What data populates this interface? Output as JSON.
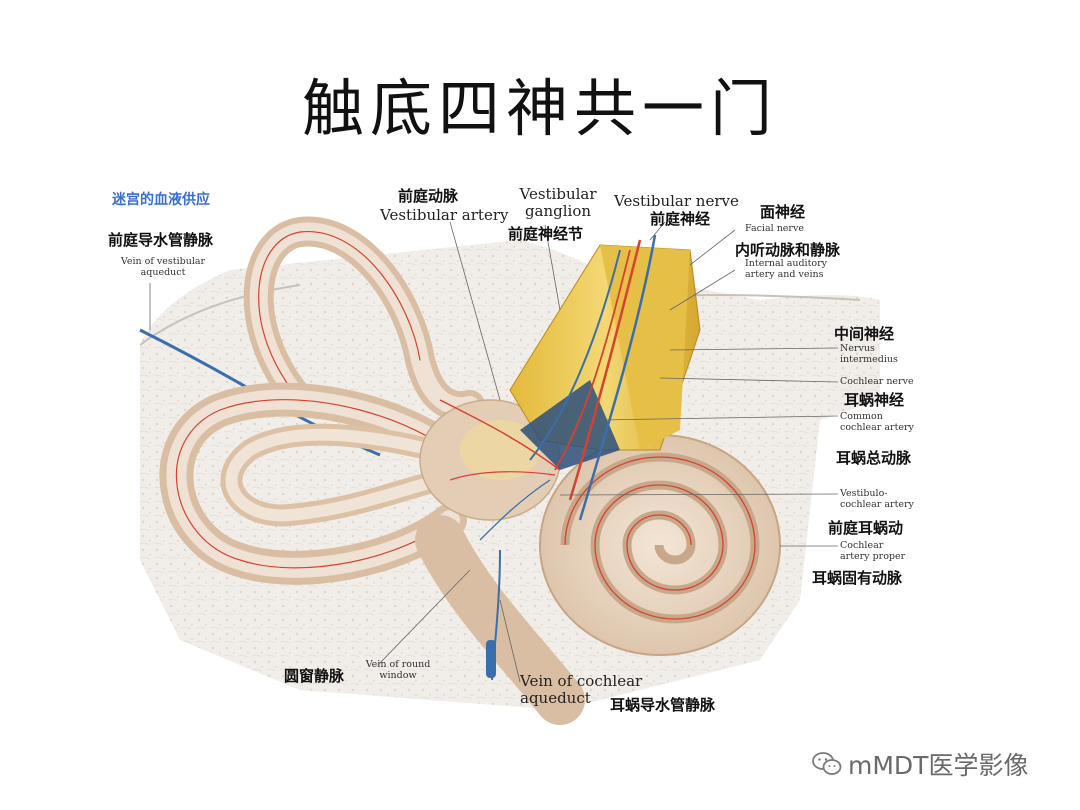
{
  "title": "触底四神共一门",
  "section_label": "迷宫的血液供应",
  "labels": {
    "vein_vestibular_aqueduct_zh": "前庭导水管静脉",
    "vein_vestibular_aqueduct_en_1": "Vein of vestibular",
    "vein_vestibular_aqueduct_en_2": "aqueduct",
    "vestibular_artery_zh": "前庭动脉",
    "vestibular_artery_en": "Vestibular artery",
    "vestibular_ganglion_en_1": "Vestibular",
    "vestibular_ganglion_en_2": "ganglion",
    "vestibular_ganglion_zh": "前庭神经节",
    "vestibular_nerve_en": "Vestibular nerve",
    "vestibular_nerve_zh": "前庭神经",
    "facial_nerve_zh": "面神经",
    "facial_nerve_en": "Facial nerve",
    "int_auditory_zh": "内听动脉和静脉",
    "int_auditory_en_1": "Internal auditory",
    "int_auditory_en_2": "artery and veins",
    "nervus_intermedius_zh": "中间神经",
    "nervus_intermedius_en_1": "Nervus",
    "nervus_intermedius_en_2": "intermedius",
    "cochlear_nerve_en": "Cochlear nerve",
    "cochlear_nerve_zh": "耳蜗神经",
    "common_cochlear_en_1": "Common",
    "common_cochlear_en_2": "cochlear artery",
    "common_cochlear_zh": "耳蜗总动脉",
    "vestibulocochlear_en_1": "Vestibulo-",
    "vestibulocochlear_en_2": "cochlear artery",
    "vestibulocochlear_zh": "前庭耳蜗动",
    "cochlear_proper_en_1": "Cochlear",
    "cochlear_proper_en_2": "artery proper",
    "cochlear_proper_zh": "耳蜗固有动脉",
    "round_window_zh": "圆窗静脉",
    "round_window_en_1": "Vein of round",
    "round_window_en_2": "window",
    "cochlear_aqueduct_en_1": "Vein of cochlear",
    "cochlear_aqueduct_en_2": "aqueduct",
    "cochlear_aqueduct_zh": "耳蜗导水管静脉"
  },
  "watermark": "mMDT医学影像",
  "colors": {
    "bone": "#e9dccd",
    "bone_dark": "#d2b9a0",
    "artery": "#d8412f",
    "vein": "#3a6fae",
    "nerve": "#e8c24a",
    "section_label": "#3a6fd0"
  }
}
